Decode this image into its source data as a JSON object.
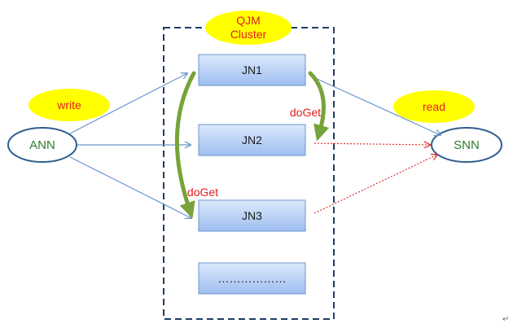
{
  "cluster": {
    "label_line1": "QJM",
    "label_line2": "Cluster"
  },
  "journal_nodes": [
    {
      "label": "JN1"
    },
    {
      "label": "JN2"
    },
    {
      "label": "JN3"
    },
    {
      "label": "………………"
    }
  ],
  "active_node": {
    "label": "ANN"
  },
  "standby_node": {
    "label": "SNN"
  },
  "write_bubble": {
    "label": "write"
  },
  "read_bubble": {
    "label": "read"
  },
  "doget_right": {
    "label": "doGet"
  },
  "doget_left": {
    "label": "doGet"
  },
  "colors": {
    "box_fill_top": "#dce9fc",
    "box_fill_bottom": "#9ebef0",
    "box_border": "#6f94c9",
    "node_border": "#2f5d8c",
    "node_text": "#2e7d32",
    "bubble_fill": "#ffff00",
    "label_red": "#e01f1f",
    "blue_arrow": "#6a97c9",
    "red_dotted": "#e03030",
    "green_arrow": "#77a33a",
    "cluster_border": "#1f3e66"
  }
}
